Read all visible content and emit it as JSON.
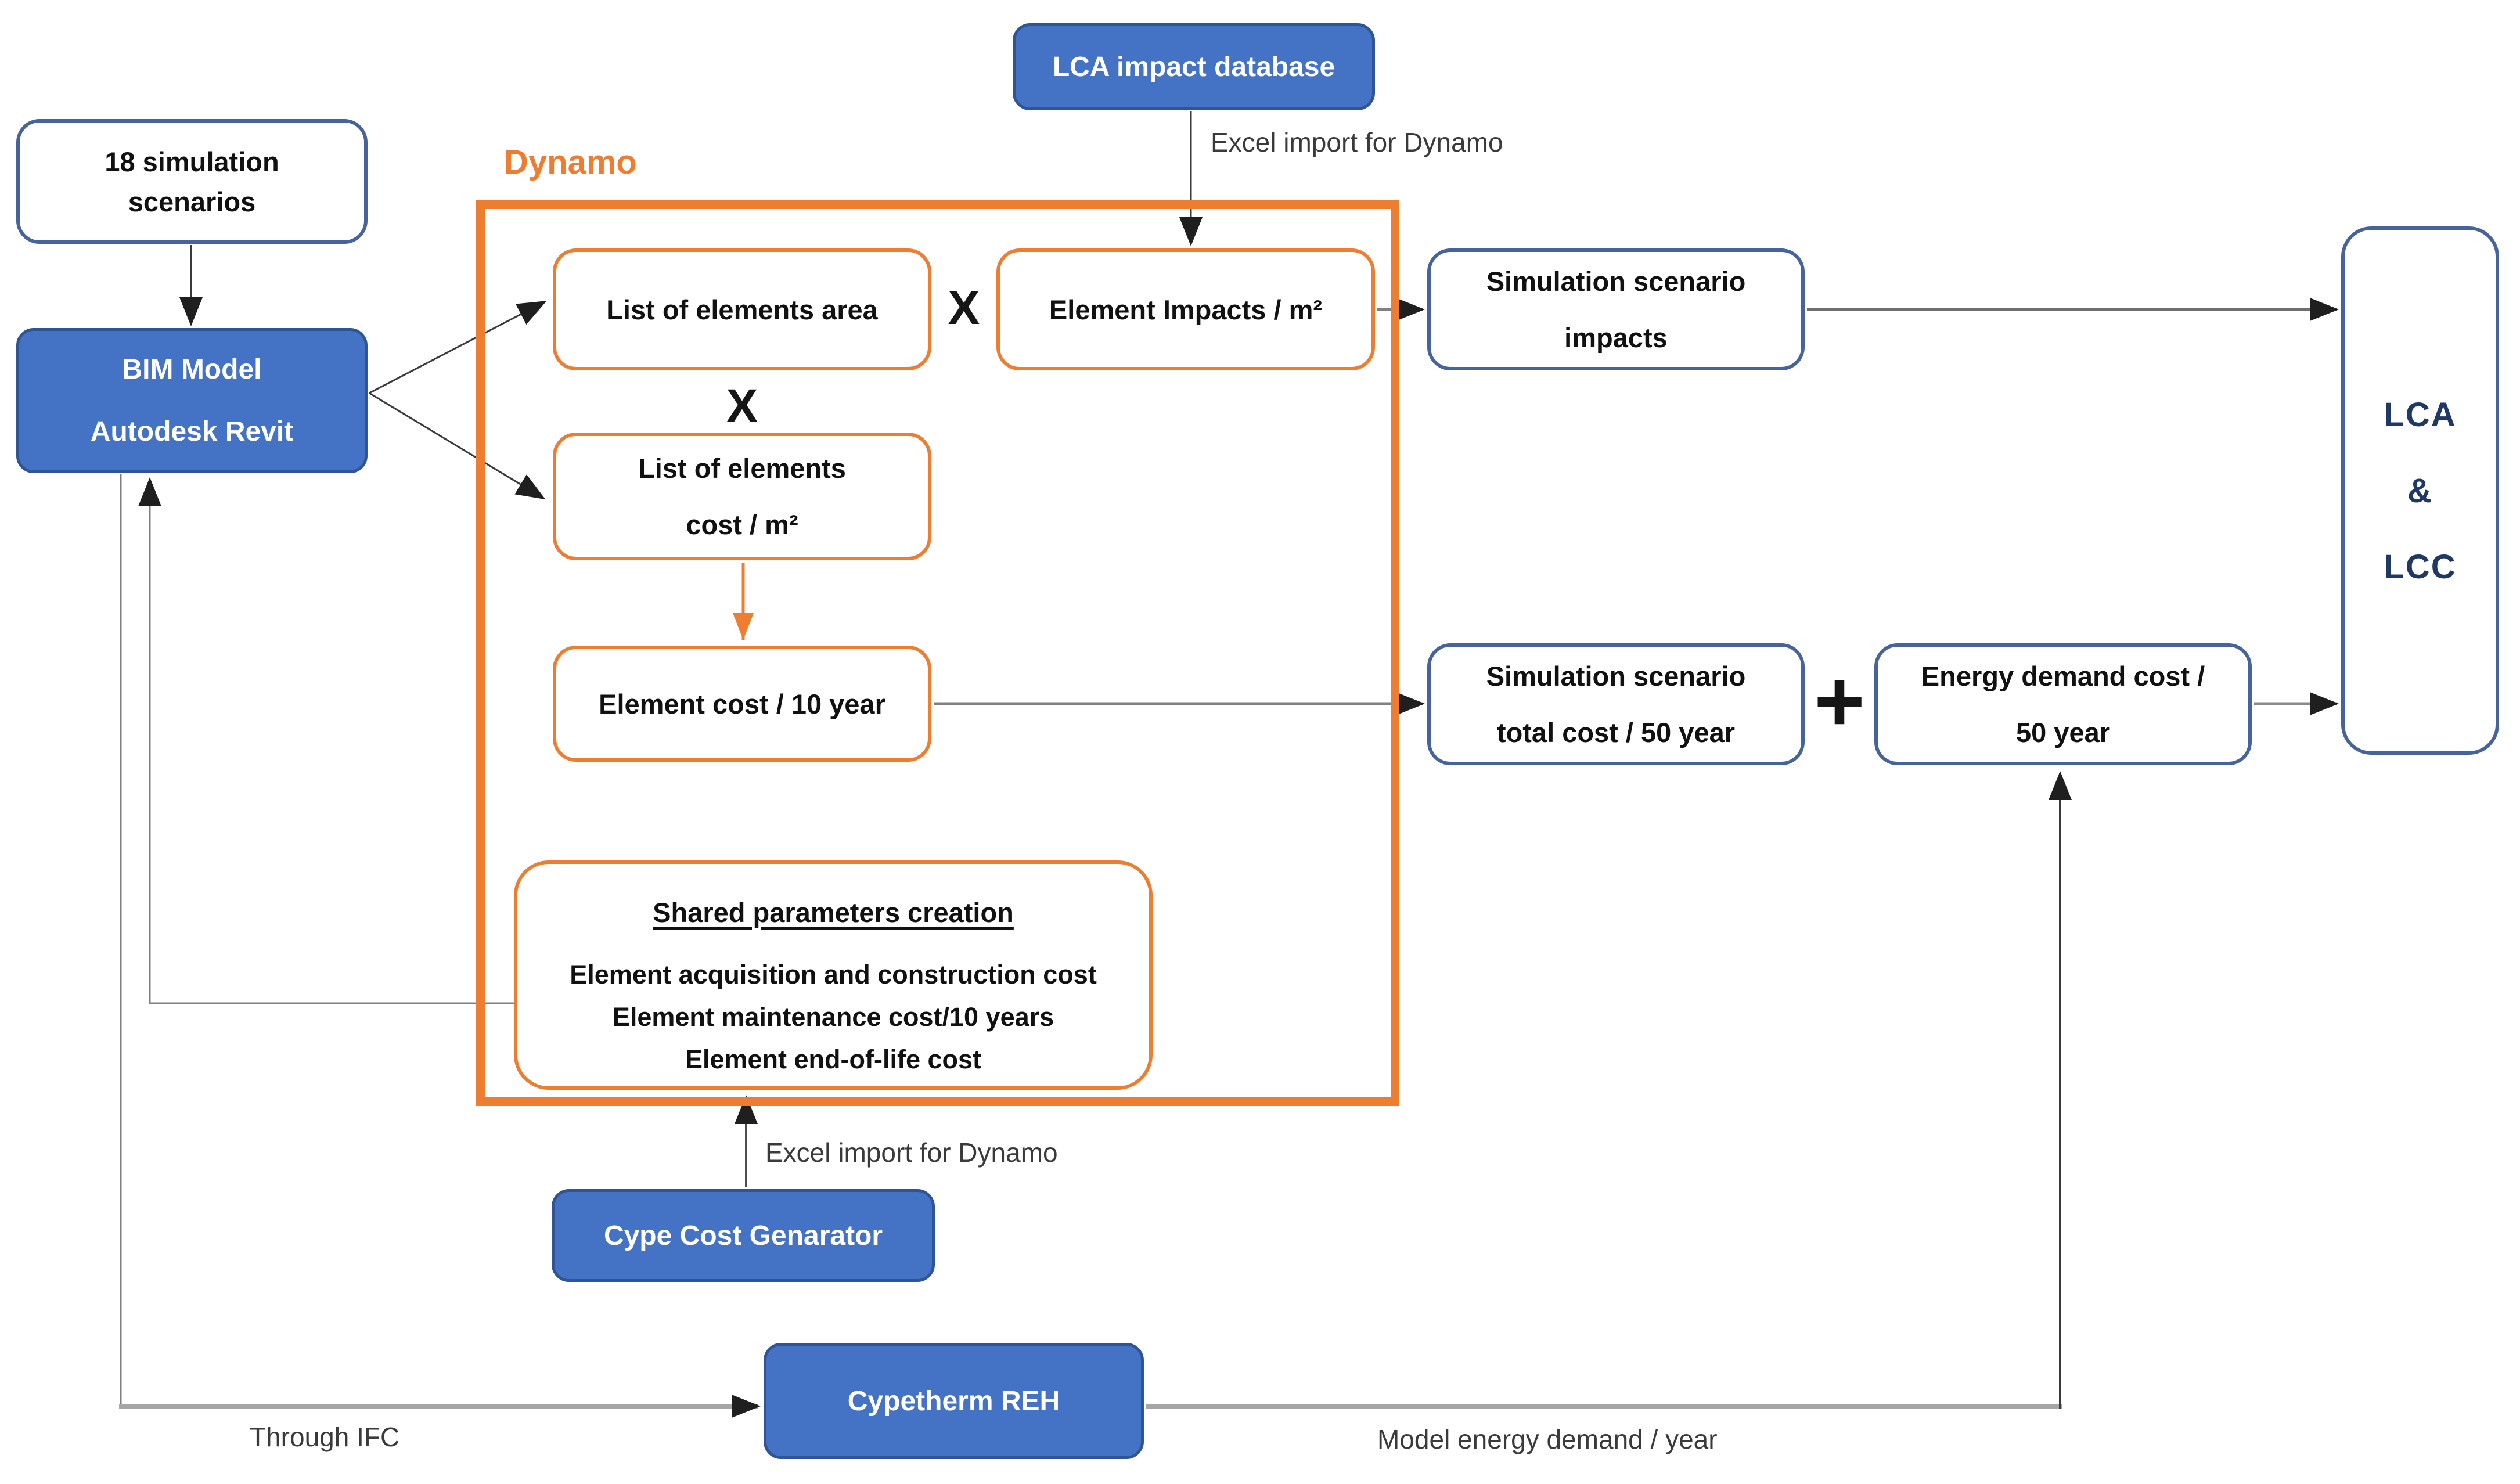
{
  "palette": {
    "blue_fill": "#4472C4",
    "blue_fill_border": "#2F5597",
    "blue_box_border": "#46639C",
    "orange": "#ED7D31",
    "navy": "#1F3864",
    "connector_gray": "#7F7F7F",
    "connector_light": "#A6A6A6",
    "arrow_black": "#1F1F1F"
  },
  "nodes": {
    "lca_impact_db": {
      "label": "LCA impact database"
    },
    "scenarios": {
      "line1": "18 simulation",
      "line2": "scenarios"
    },
    "bim": {
      "line1": "BIM Model",
      "line2": "Autodesk Revit"
    },
    "dynamo": {
      "label": "Dynamo"
    },
    "list_area": {
      "label": "List of elements area"
    },
    "element_impacts": {
      "label": "Element Impacts / m²"
    },
    "sim_impacts": {
      "line1": "Simulation scenario",
      "line2": "impacts"
    },
    "lca_lcc": {
      "line1": "LCA",
      "line2": "&",
      "line3": "LCC"
    },
    "list_cost": {
      "line1": "List of elements",
      "line2": "cost / m²"
    },
    "element_cost": {
      "label": "Element cost / 10 year"
    },
    "sim_total": {
      "line1": "Simulation scenario",
      "line2": "total cost / 50 year"
    },
    "energy": {
      "line1": "Energy demand cost /",
      "line2": "50 year"
    },
    "shared": {
      "title": "Shared parameters creation",
      "items": [
        "Element acquisition and construction cost",
        "Element maintenance cost/10 years",
        "Element end-of-life cost"
      ]
    },
    "cype": {
      "label": "Cype Cost Genarator"
    },
    "cypetherm": {
      "label": "Cypetherm REH"
    }
  },
  "operators": {
    "multiply": "X",
    "plus": "+"
  },
  "edge_labels": {
    "excel_top": "Excel import for Dynamo",
    "excel_bottom": "Excel import for Dynamo",
    "through_ifc": "Through IFC",
    "model_energy": "Model energy demand / year"
  }
}
